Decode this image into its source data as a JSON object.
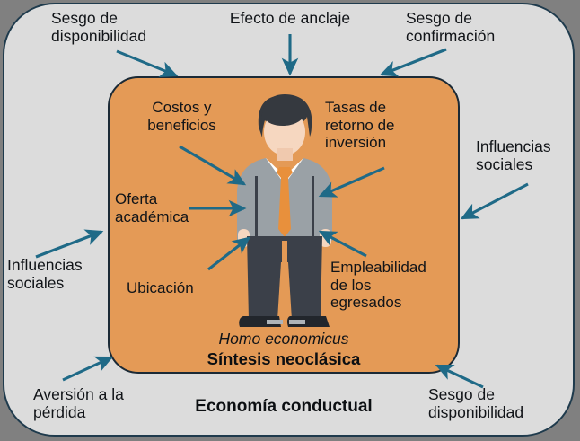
{
  "diagram": {
    "outer_container": {
      "name": "Economía conductual",
      "caption": "Economía conductual",
      "fill_color": "#dcdcdc",
      "border_color": "#1f3b4d"
    },
    "inner_container": {
      "name": "Síntesis neoclásica",
      "caption_italic": "Homo economicus",
      "caption_bold": "Síntesis neoclásica",
      "fill_color": "#e49a56",
      "border_color": "#1b2a36"
    },
    "figure": {
      "name": "Homo economicus",
      "hair_color": "#35393f",
      "skin_color": "#f6d7c0",
      "jacket_color": "#9aa1a6",
      "shirt_color": "#ffffff",
      "tie_color": "#e8903c",
      "trousers_color": "#3b4049",
      "shoes_color": "#22262c"
    },
    "arrow_color": "#1f6a87",
    "outer_labels": [
      {
        "id": "sesgo-disponibilidad-top",
        "text": "Sesgo de\ndisponibilidad"
      },
      {
        "id": "efecto-anclaje",
        "text": "Efecto de anclaje"
      },
      {
        "id": "sesgo-confirmacion",
        "text": "Sesgo de\nconfirmación"
      },
      {
        "id": "influencias-sociales-right",
        "text": "Influencias\nsociales"
      },
      {
        "id": "influencias-sociales-left",
        "text": "Influencias\nsociales"
      },
      {
        "id": "aversion-perdida",
        "text": "Aversión a la\npérdida"
      },
      {
        "id": "sesgo-disponibilidad-bottom",
        "text": "Sesgo de\ndisponibilidad"
      }
    ],
    "inner_labels": [
      {
        "id": "costos-beneficios",
        "text": "Costos y\nbeneficios"
      },
      {
        "id": "tasas-retorno",
        "text": "Tasas de\nretorno de\ninversión"
      },
      {
        "id": "oferta-academica",
        "text": "Oferta\nacadémica"
      },
      {
        "id": "ubicacion",
        "text": "Ubicación"
      },
      {
        "id": "empleabilidad",
        "text": "Empleabilidad\nde los\negresados"
      }
    ],
    "labels": {
      "sesgo_disponibilidad_top_l1": "Sesgo de",
      "sesgo_disponibilidad_top_l2": "disponibilidad",
      "efecto_anclaje": "Efecto de anclaje",
      "sesgo_confirmacion_l1": "Sesgo de",
      "sesgo_confirmacion_l2": "confirmación",
      "influencias_right_l1": "Influencias",
      "influencias_right_l2": "sociales",
      "influencias_left_l1": "Influencias",
      "influencias_left_l2": "sociales",
      "aversion_l1": "Aversión a la",
      "aversion_l2": "pérdida",
      "sesgo_disponibilidad_bottom_l1": "Sesgo de",
      "sesgo_disponibilidad_bottom_l2": "disponibilidad",
      "costos_l1": "Costos y",
      "costos_l2": "beneficios",
      "tasas_l1": "Tasas de",
      "tasas_l2": "retorno de",
      "tasas_l3": "inversión",
      "oferta_l1": "Oferta",
      "oferta_l2": "académica",
      "ubicacion": "Ubicación",
      "empleabilidad_l1": "Empleabilidad",
      "empleabilidad_l2": "de los",
      "empleabilidad_l3": "egresados",
      "homo_economicus": "Homo economicus",
      "sintesis_neoclasica": "Síntesis neoclásica",
      "economia_conductual": "Economía conductual"
    }
  }
}
